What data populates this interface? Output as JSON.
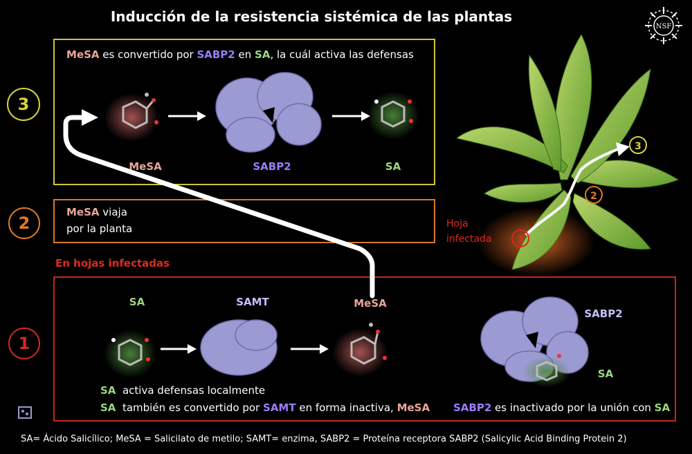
{
  "title": "Inducción de la resistencia sistémica de las plantas",
  "logo_text": "NSF",
  "colors": {
    "step3": "#d8d23a",
    "step2": "#e07b23",
    "step1": "#d42a1f",
    "mesa": "#e8a59a",
    "sabp2": "#9a7cff",
    "sa": "#9cd67f"
  },
  "step_numbers": {
    "s3": "3",
    "s2": "2",
    "s1": "1"
  },
  "box3": {
    "sentence": {
      "mesa": "MeSA",
      "t1": " es convertido por ",
      "sabp2": "SABP2",
      "t2": " en ",
      "sa": "SA",
      "t3": ", la cuál activa las defensas"
    },
    "labels": {
      "mesa": "MeSA",
      "sabp2": "SABP2",
      "sa": "SA"
    }
  },
  "box2": {
    "mesa": "MeSA",
    "t1": " viaja",
    "line2": "por la planta"
  },
  "infected_header": "En hojas infectadas",
  "box1": {
    "labels": {
      "sa": "SA",
      "samt": "SAMT",
      "mesa": "MeSA",
      "sabp2": "SABP2",
      "sa2": "SA"
    },
    "line1": {
      "sa": "SA",
      "text": "activa defensas localmente"
    },
    "line2": {
      "sa": "SA",
      "t1": "también es convertido por ",
      "samt": "SAMT",
      "t2": " en forma inactiva, ",
      "mesa": "MeSA"
    },
    "line3": {
      "sabp2": "SABP2",
      "t1": " es inactivado por la unión con ",
      "sa": "SA"
    }
  },
  "plant": {
    "infected_label_1": "Hoja",
    "infected_label_2": "infectada",
    "n1": "1",
    "n2": "2",
    "n3": "3"
  },
  "footer": "SA= Ácido Salicílico; MeSA = Salicilato de metilo; SAMT= enzima, SABP2 = Proteína receptora SABP2 (Salicylic Acid Binding Protein 2)"
}
